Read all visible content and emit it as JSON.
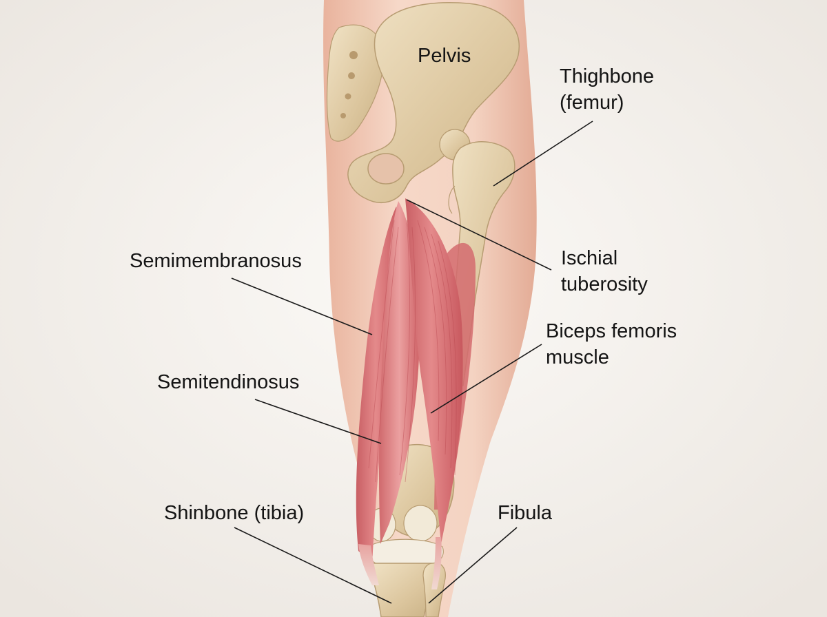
{
  "labels": {
    "pelvis": "Pelvis",
    "femur": [
      "Thighbone",
      "(femur)"
    ],
    "ischial": [
      "Ischial",
      "tuberosity"
    ],
    "semimembranosus": "Semimembranosus",
    "biceps": [
      "Biceps femoris",
      "muscle"
    ],
    "semitendinosus": "Semitendinosus",
    "tibia": "Shinbone (tibia)",
    "fibula": "Fibula"
  },
  "colors": {
    "background": "#f3f0ec",
    "skin": "#efc7b2",
    "bone": "#e3d1ae",
    "muscle": "#d9767a",
    "leader_line": "#1a1a1a"
  }
}
